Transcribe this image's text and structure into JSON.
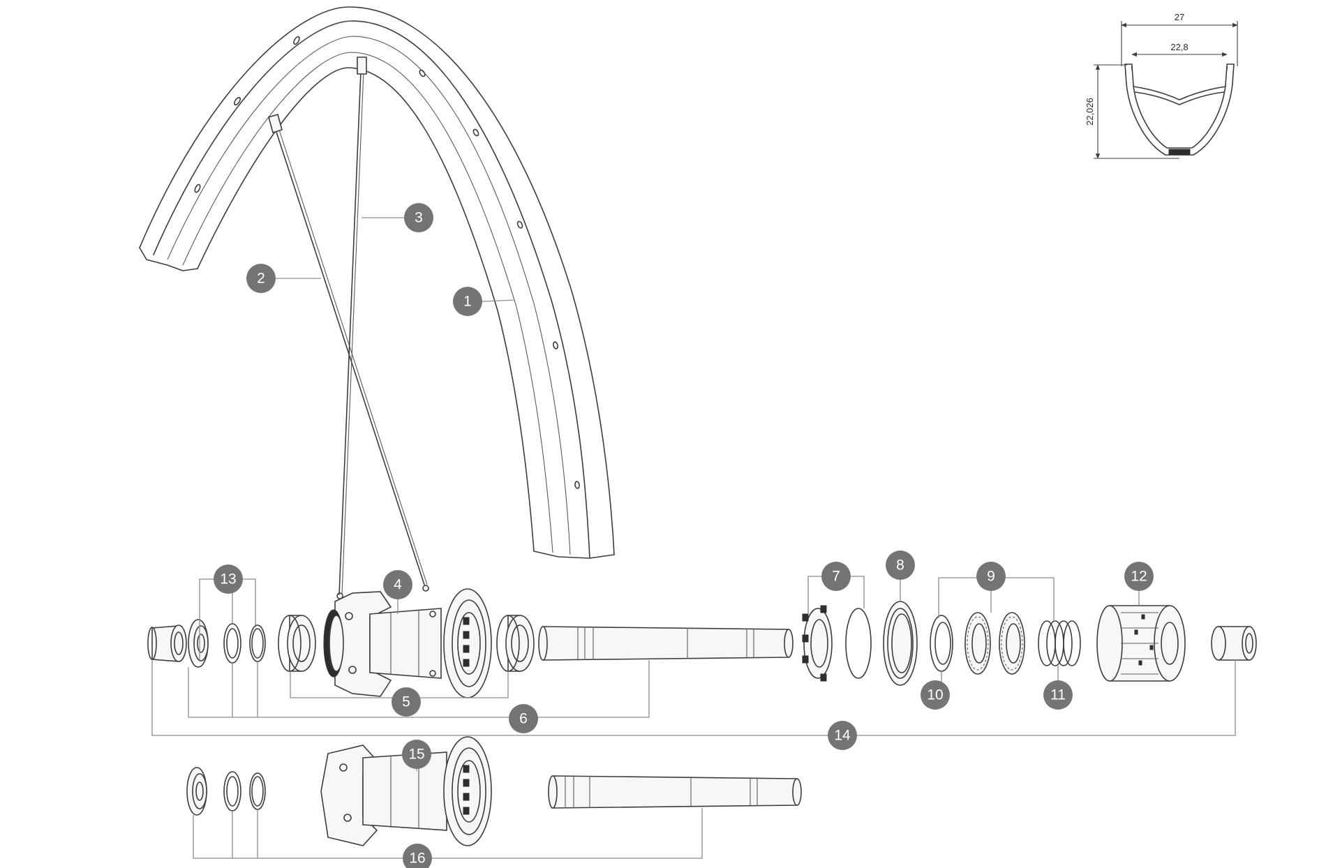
{
  "callouts": [
    "1",
    "2",
    "3",
    "4",
    "5",
    "6",
    "7",
    "8",
    "9",
    "10",
    "11",
    "12",
    "13",
    "14",
    "15",
    "16"
  ],
  "rim_profile": {
    "outer_width": "27",
    "inner_width": "22,8",
    "height": "22,026"
  }
}
